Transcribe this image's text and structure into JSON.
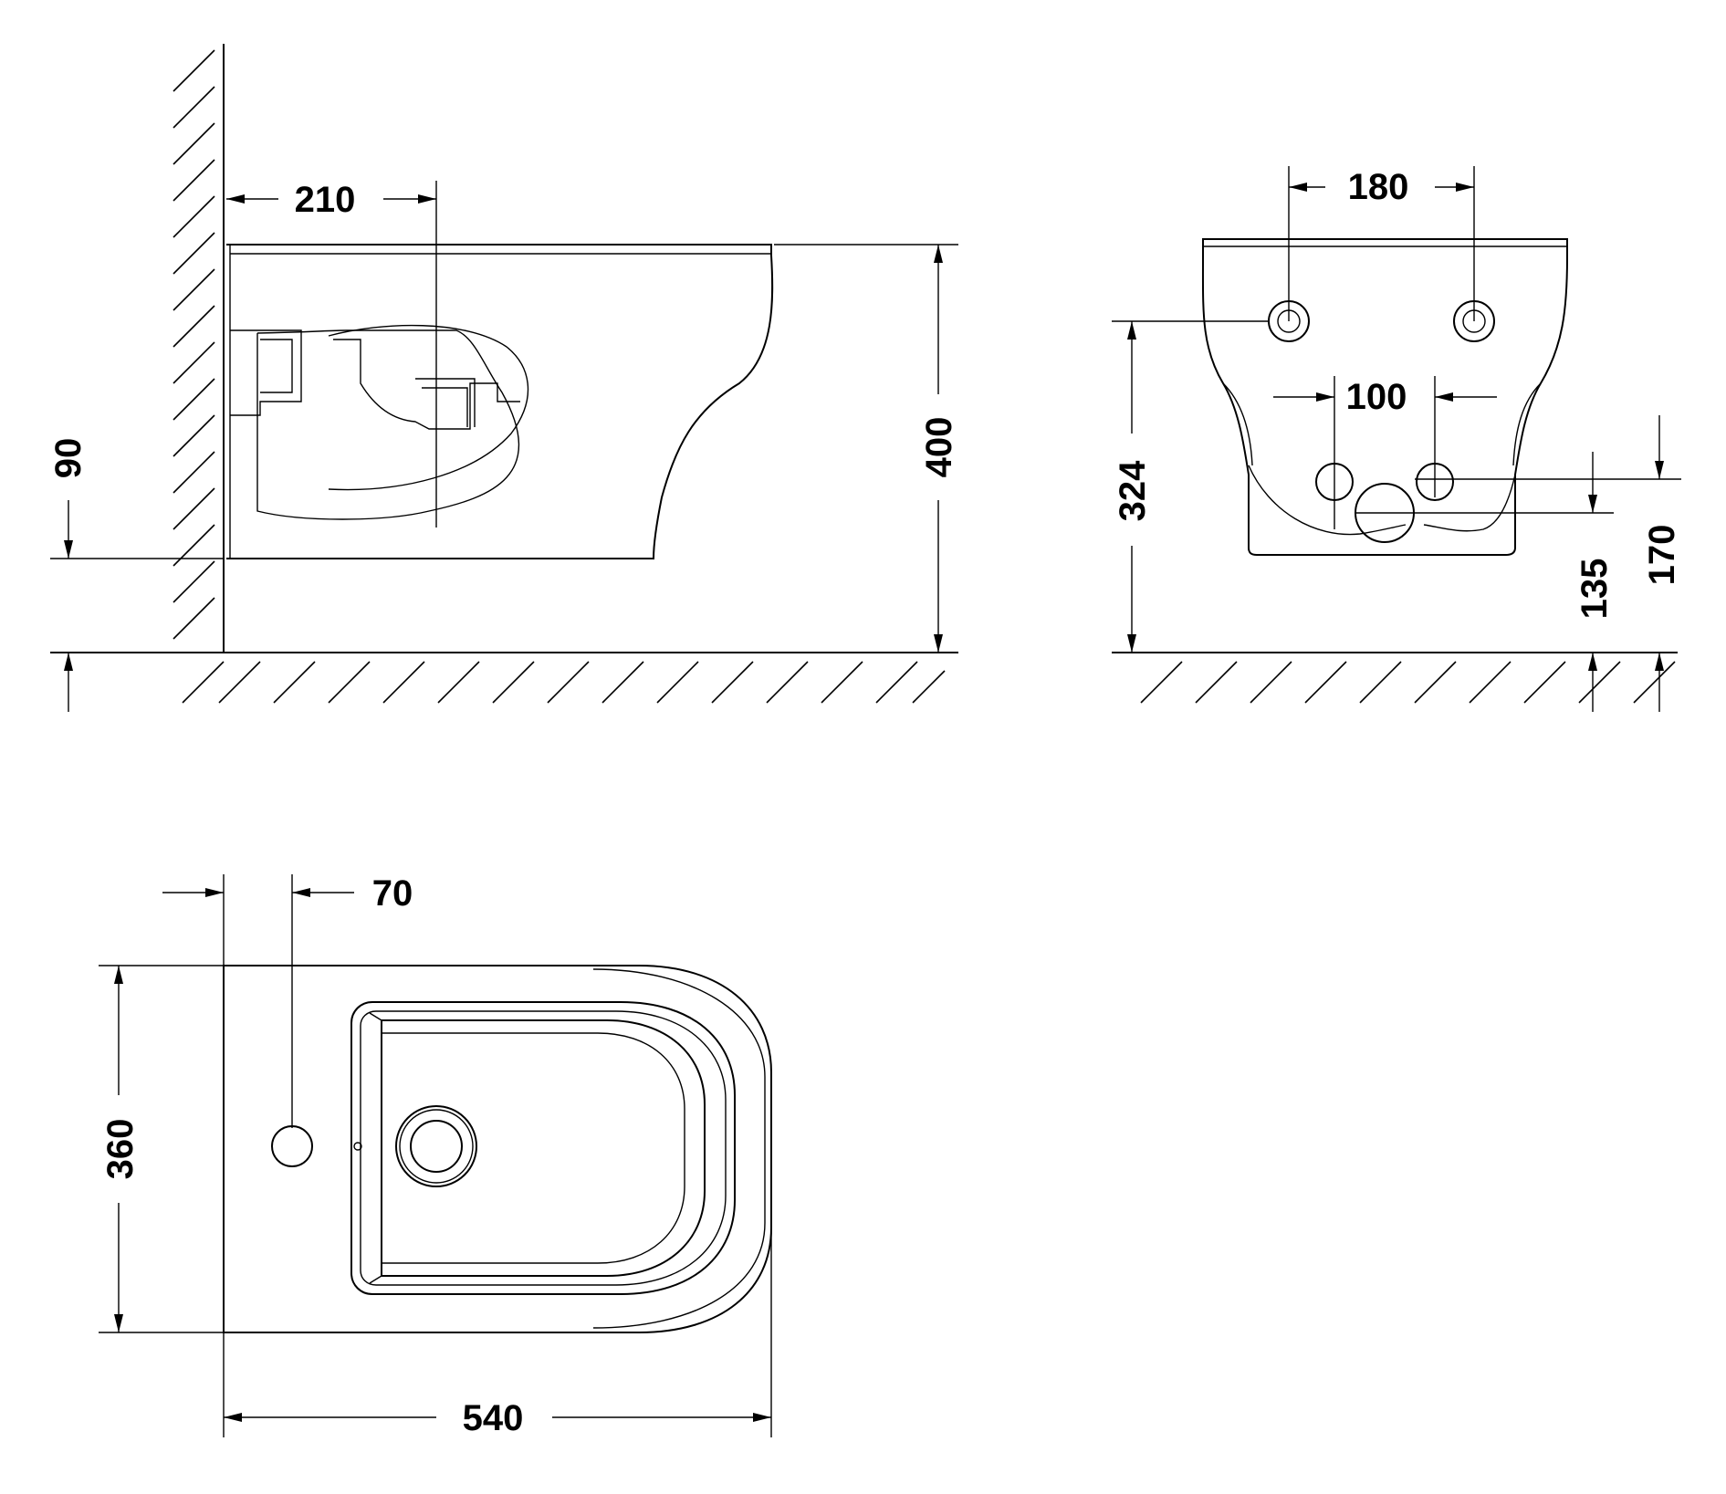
{
  "dimensions": {
    "side_depth_to_outlet": "210",
    "side_total_height": "400",
    "side_floor_offset": "90",
    "front_anchor_spacing": "180",
    "front_inlet_spacing": "100",
    "front_anchor_height": "324",
    "front_outlet_height": "135",
    "front_inlet_height": "170",
    "top_tap_offset": "70",
    "top_width": "360",
    "top_length": "540"
  },
  "colors": {
    "line": "#000000",
    "background": "#ffffff"
  }
}
